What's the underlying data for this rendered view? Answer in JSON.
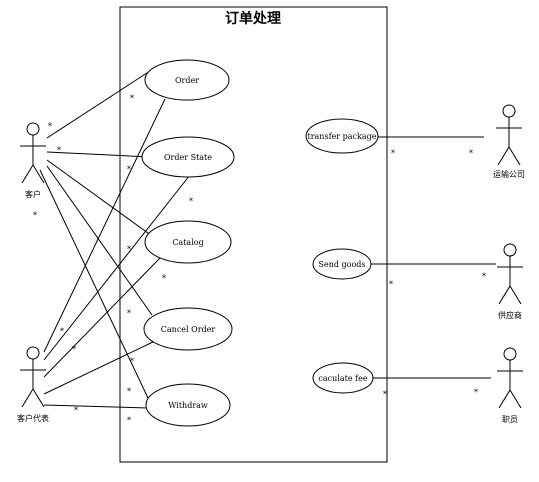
{
  "diagram": {
    "system_title": "订单处理",
    "multiplicity": "*",
    "left_actors": [
      {
        "id": "customer",
        "label": "客户"
      },
      {
        "id": "rep",
        "label": "客户代表"
      }
    ],
    "right_actors": [
      {
        "id": "shipping",
        "label": "运输公司"
      },
      {
        "id": "supplier",
        "label": "供应商"
      },
      {
        "id": "staff",
        "label": "职员"
      }
    ],
    "use_cases_left": [
      {
        "id": "order",
        "label": "Order"
      },
      {
        "id": "order_state",
        "label": "Order State"
      },
      {
        "id": "catalog",
        "label": "Catalog"
      },
      {
        "id": "cancel_order",
        "label": "Cancel Order"
      },
      {
        "id": "withdraw",
        "label": "Withdraw"
      }
    ],
    "use_cases_right": [
      {
        "id": "transfer_package",
        "label": "transfer package"
      },
      {
        "id": "send_goods",
        "label": "Send goods"
      },
      {
        "id": "caculate_fee",
        "label": "caculate fee"
      }
    ]
  }
}
